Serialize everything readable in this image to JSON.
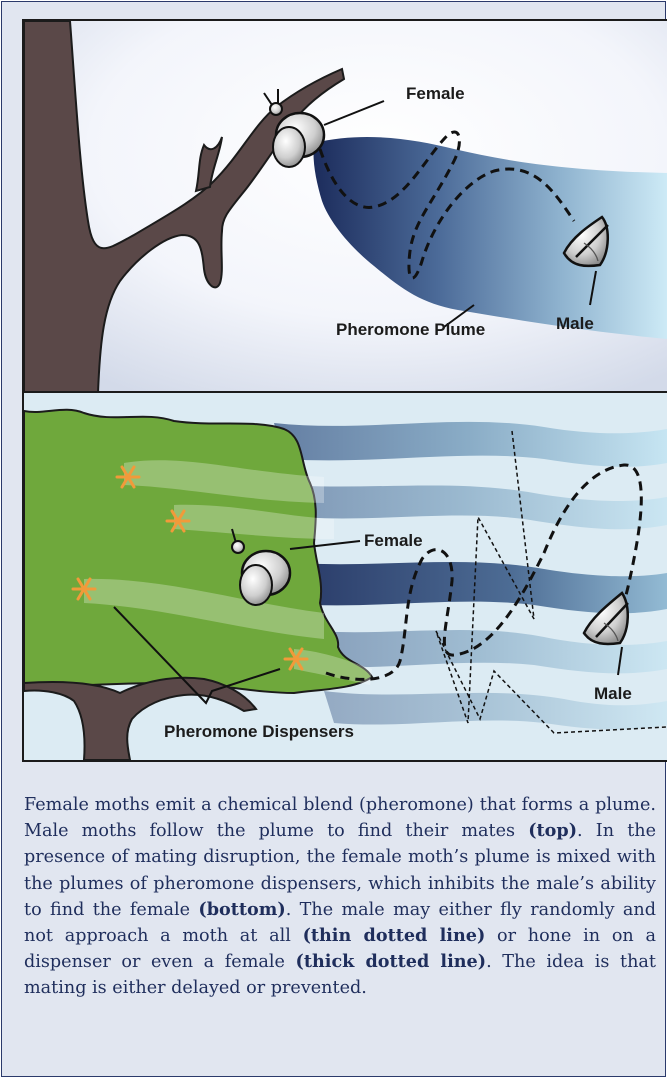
{
  "top_panel": {
    "female_label": "Female",
    "male_label": "Male",
    "plume_label": "Pheromone Plume"
  },
  "bottom_panel": {
    "female_label": "Female",
    "male_label": "Male",
    "dispensers_label": "Pheromone Dispensers"
  },
  "colors": {
    "plume_dark": "#1c2c5c",
    "plume_light": "#c8eaf7",
    "tree_bark": "#5a4848",
    "foliage": "#6fa83c",
    "dispenser_star": "#f29a3a",
    "caption_text": "#1f2e5c"
  },
  "caption": [
    {
      "text": "Female moths emit a chemical blend (pheromone) that forms a plume.  Male moths follow the plume to find their mates ",
      "bold": false
    },
    {
      "text": "(top)",
      "bold": true
    },
    {
      "text": ".  In the presence of mating disruption, the female moth’s plume is mixed with the plumes of pheromone dispensers, which in­hibits the male’s ability to find the female ",
      "bold": false
    },
    {
      "text": "(bottom)",
      "bold": true
    },
    {
      "text": ".  The male may either fly randomly and not approach a moth at all ",
      "bold": false
    },
    {
      "text": "(thin dotted line)",
      "bold": true
    },
    {
      "text": " or hone in on a dispenser or even a female ",
      "bold": false
    },
    {
      "text": "(thick dotted line)",
      "bold": true
    },
    {
      "text": ".  The idea is that mating is either delayed or pre­vented.",
      "bold": false
    }
  ]
}
